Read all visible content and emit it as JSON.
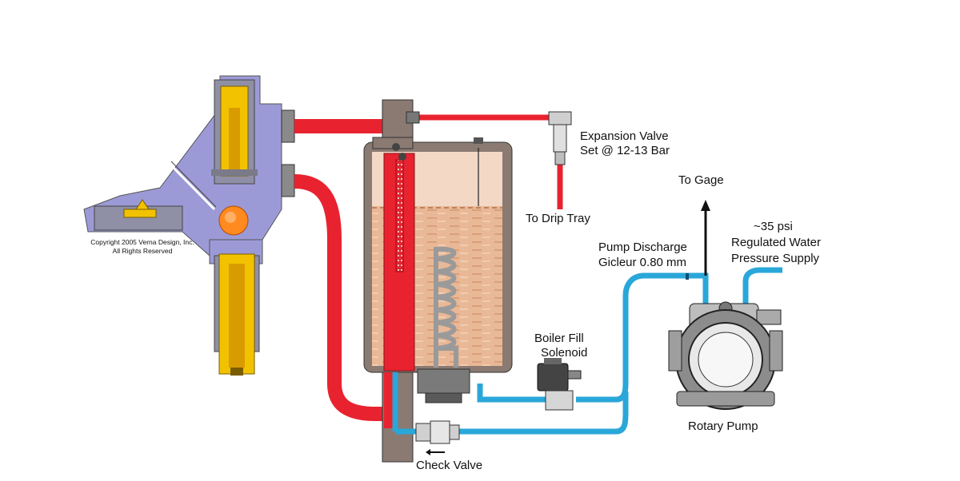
{
  "labels": {
    "copyright_line1": "Copyright 2005 Verna Design, Inc.",
    "copyright_line2": "All Rights Reserved",
    "expansion_valve_line1": "Expansion Valve",
    "expansion_valve_line2": "Set @ 12-13 Bar",
    "drip_tray": "To Drip Tray",
    "gage": "To Gage",
    "supply_line1": "~35 psi",
    "supply_line2": "Regulated Water",
    "supply_line3": "Pressure Supply",
    "discharge_line1": "Pump Discharge",
    "discharge_line2": "Gicleur 0.80 mm",
    "solenoid_line1": "Boiler Fill",
    "solenoid_line2": "Solenoid",
    "rotary_pump": "Rotary Pump",
    "check_valve": "Check Valve"
  },
  "colors": {
    "hot_water": "#e8232f",
    "cold_water": "#2aa7d9",
    "group_body": "#9c9ad6",
    "brass": "#f2c200",
    "boiler_wall": "#8a7a72",
    "boiler_water": "#e9b896"
  }
}
